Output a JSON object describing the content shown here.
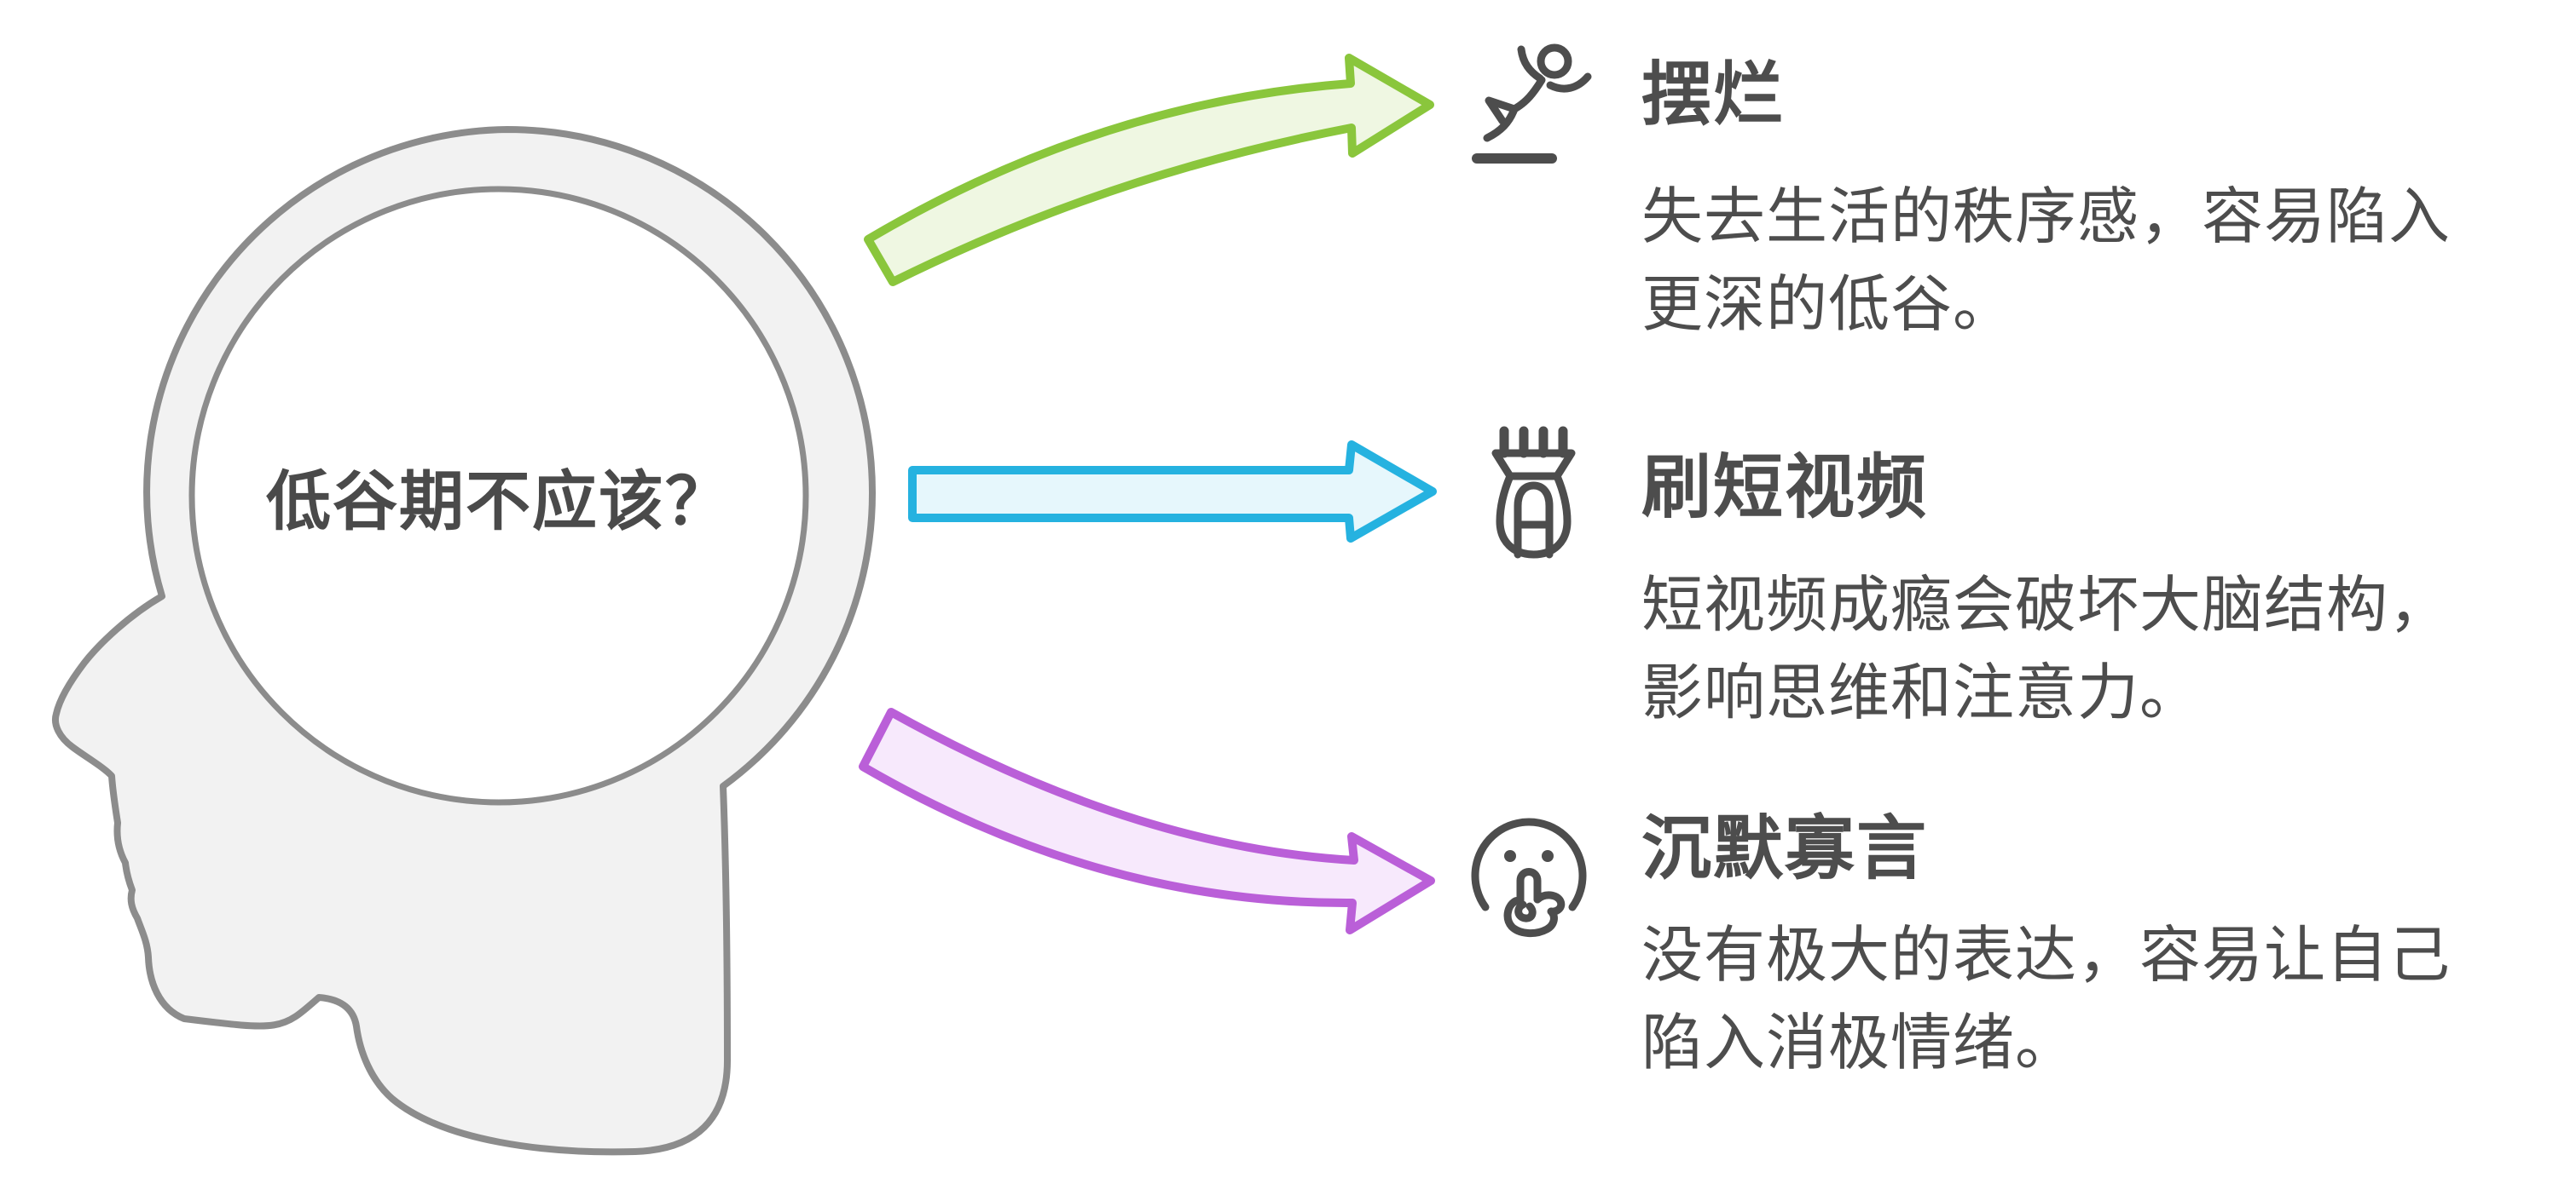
{
  "colors": {
    "background": "#ffffff",
    "head_fill": "#f2f2f2",
    "head_stroke": "#8c8c8c",
    "brain_fill": "#ffffff",
    "text": "#4d4d4d",
    "icon": "#4d4d4d",
    "green_stroke": "#8ac63c",
    "green_fill": "#eff7e2",
    "cyan_stroke": "#25b2e0",
    "cyan_fill": "#e6f7fc",
    "purple_stroke": "#ba5fd8",
    "purple_fill": "#f7e9fc"
  },
  "head": {
    "question": "低谷期不应该？"
  },
  "sections": [
    {
      "title": "摆烂",
      "icon": "falling-person-icon",
      "arrow": "green-curved-up-arrow",
      "lines": [
        "失去生活的秩序感，容易陷入",
        "更深的低谷。"
      ]
    },
    {
      "title": "刷短视频",
      "icon": "hair-clipper-icon",
      "arrow": "cyan-straight-arrow",
      "lines": [
        "短视频成瘾会破坏大脑结构，",
        "影响思维和注意力。"
      ]
    },
    {
      "title": "沉默寡言",
      "icon": "shushing-face-icon",
      "arrow": "purple-curved-down-arrow",
      "lines": [
        "没有极大的表达，容易让自己",
        "陷入消极情绪。"
      ]
    }
  ]
}
